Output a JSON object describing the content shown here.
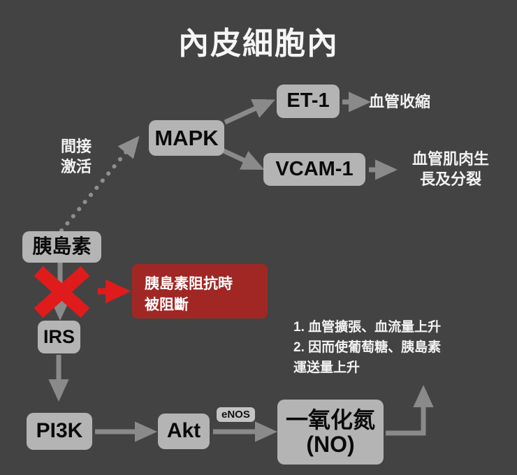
{
  "page": {
    "title": "內皮細胞內",
    "background_color": "#434343"
  },
  "colors": {
    "background": "#434343",
    "node_fill": "#b4b4b4",
    "node_text": "#0a0a0a",
    "label_text": "#f2f2f2",
    "arrow_gray": "#8a8a8a",
    "blocked_red": "#a02724",
    "cross_red": "#e01b1b"
  },
  "nodes": {
    "mapk": "MAPK",
    "et1": "ET-1",
    "vcam1": "VCAM-1",
    "insulin": "胰島素",
    "irs": "IRS",
    "pi3k": "PI3K",
    "akt": "Akt",
    "no": "一氧化氮\n(NO)"
  },
  "labels": {
    "indirect_activation": "間接\n激活",
    "vasoconstriction": "血管收縮",
    "smooth_muscle": "血管肌肉生\n長及分裂",
    "enos": "eNOS"
  },
  "callout": {
    "blocked_text": "胰島素阻抗時\n被阻斷"
  },
  "outcomes": [
    "1. 血管擴張、血流量上升",
    "2. 因而使葡萄糖、胰島素\n         運送量上升"
  ]
}
